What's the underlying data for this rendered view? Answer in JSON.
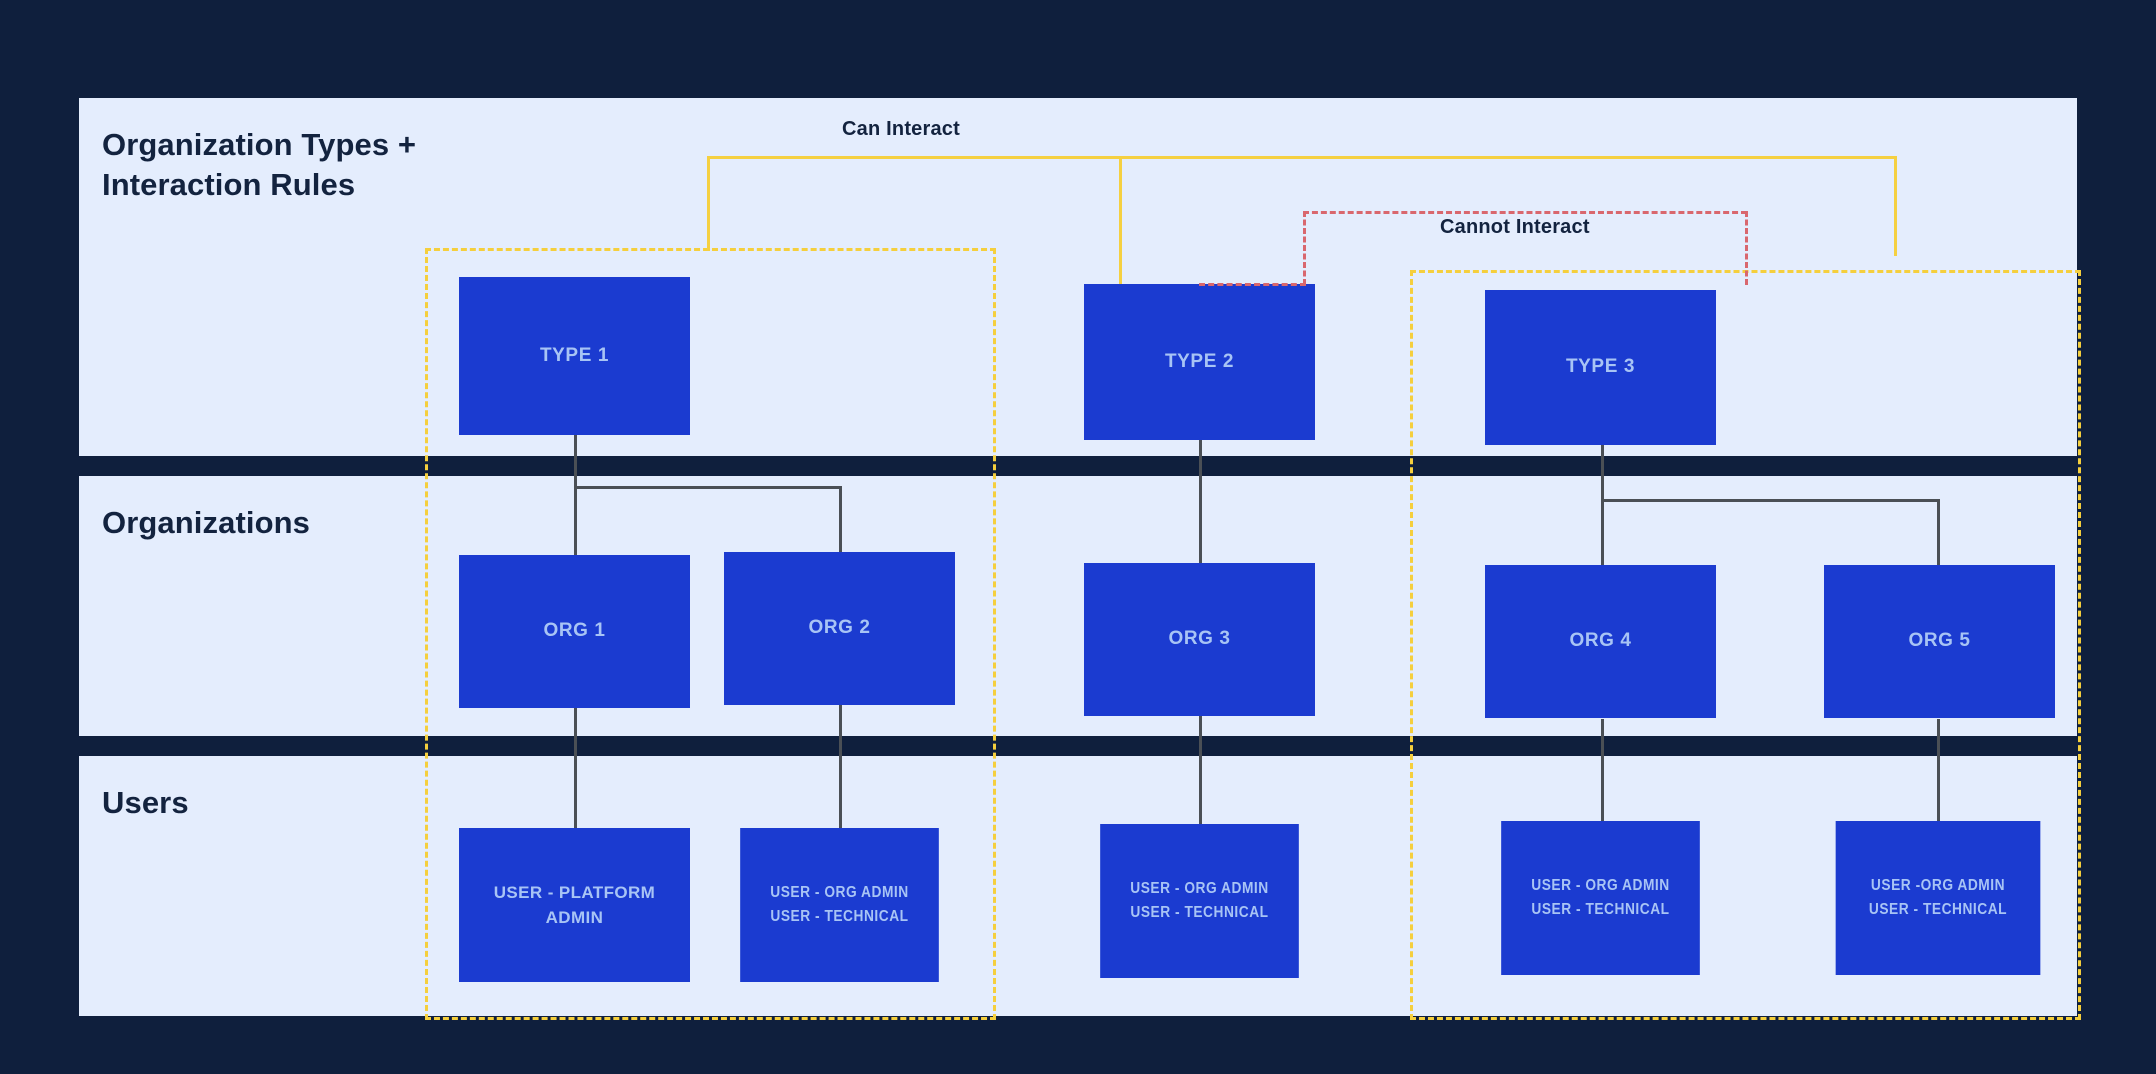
{
  "colors": {
    "background": "#0f1f3d",
    "panel": "#e4edfd",
    "node": "#1b3bd0",
    "node_text": "#a8c4f5",
    "heading": "#13233f",
    "can_interact": "#f5d041",
    "cannot_interact": "#d9676e",
    "group_dash": "#f5cf3d",
    "connector": "#4a4f55"
  },
  "bands": [
    {
      "id": "types",
      "label": "Organization Types +\nInteraction Rules"
    },
    {
      "id": "orgs",
      "label": "Organizations"
    },
    {
      "id": "users",
      "label": "Users"
    }
  ],
  "brackets": {
    "can_interact": "Can Interact",
    "cannot_interact": "Cannot Interact"
  },
  "types": [
    {
      "id": "type1",
      "label": "TYPE 1"
    },
    {
      "id": "type2",
      "label": "TYPE 2"
    },
    {
      "id": "type3",
      "label": "TYPE 3"
    }
  ],
  "organizations": [
    {
      "id": "org1",
      "label": "ORG 1",
      "parent": "type1"
    },
    {
      "id": "org2",
      "label": "ORG 2",
      "parent": "type1"
    },
    {
      "id": "org3",
      "label": "ORG 3",
      "parent": "type2"
    },
    {
      "id": "org4",
      "label": "ORG 4",
      "parent": "type3"
    },
    {
      "id": "org5",
      "label": "ORG 5",
      "parent": "type3"
    }
  ],
  "users": [
    {
      "id": "user1",
      "label": "USER - PLATFORM\nADMIN",
      "parent": "org1"
    },
    {
      "id": "user2",
      "label": "USER - ORG ADMIN\nUSER - TECHNICAL",
      "parent": "org2"
    },
    {
      "id": "user3",
      "label": "USER - ORG ADMIN\nUSER - TECHNICAL",
      "parent": "org3"
    },
    {
      "id": "user4",
      "label": "USER - ORG ADMIN\nUSER - TECHNICAL",
      "parent": "org4"
    },
    {
      "id": "user5",
      "label": "USER -ORG  ADMIN\nUSER - TECHNICAL",
      "parent": "org5"
    }
  ],
  "groups": [
    {
      "id": "group1",
      "contains": [
        "type1",
        "org1",
        "org2",
        "user1",
        "user2"
      ]
    },
    {
      "id": "group3",
      "contains": [
        "type3",
        "org4",
        "org5",
        "user4",
        "user5"
      ]
    }
  ]
}
